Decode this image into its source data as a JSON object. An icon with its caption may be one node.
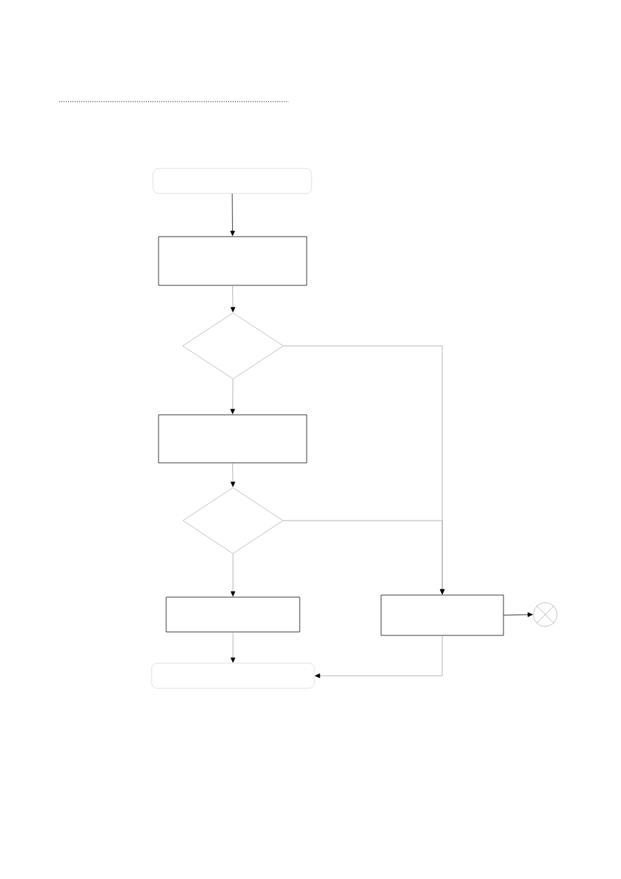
{
  "diagram": {
    "nodes": [
      {
        "text": [],
        "shape": "box"
      },
      {
        "text": [],
        "shape": "box"
      },
      {
        "text": [],
        "shape": "diamond"
      },
      {
        "text": [],
        "shape": "box"
      },
      {
        "text": [],
        "shape": "diamond"
      },
      {
        "text": [],
        "shape": "box"
      },
      {
        "text": [],
        "shape": "box"
      },
      {
        "text": [],
        "shape": "circle"
      },
      {
        "text": [],
        "shape": "box"
      }
    ],
    "edges": [
      {
        "from": 0,
        "to": 1,
        "arrow": "to",
        "color": "#000000"
      },
      {
        "from": 1,
        "to": 2,
        "arrow": "to"
      },
      {
        "from": 2,
        "to": 3,
        "arrow": "to"
      },
      {
        "from": 3,
        "to": 4,
        "arrow": "to"
      },
      {
        "from": 4,
        "to": 5,
        "arrow": "to"
      },
      {
        "from": 2,
        "to": 6,
        "arrow": "to"
      },
      {
        "from": 4,
        "to": 6,
        "arrow": "to"
      },
      {
        "from": 5,
        "to": 8,
        "arrow": "to"
      },
      {
        "from": 6,
        "to": 7,
        "arrow": "to",
        "color": "#000000"
      },
      {
        "from": 6,
        "to": 8,
        "arrow": "to"
      }
    ]
  }
}
